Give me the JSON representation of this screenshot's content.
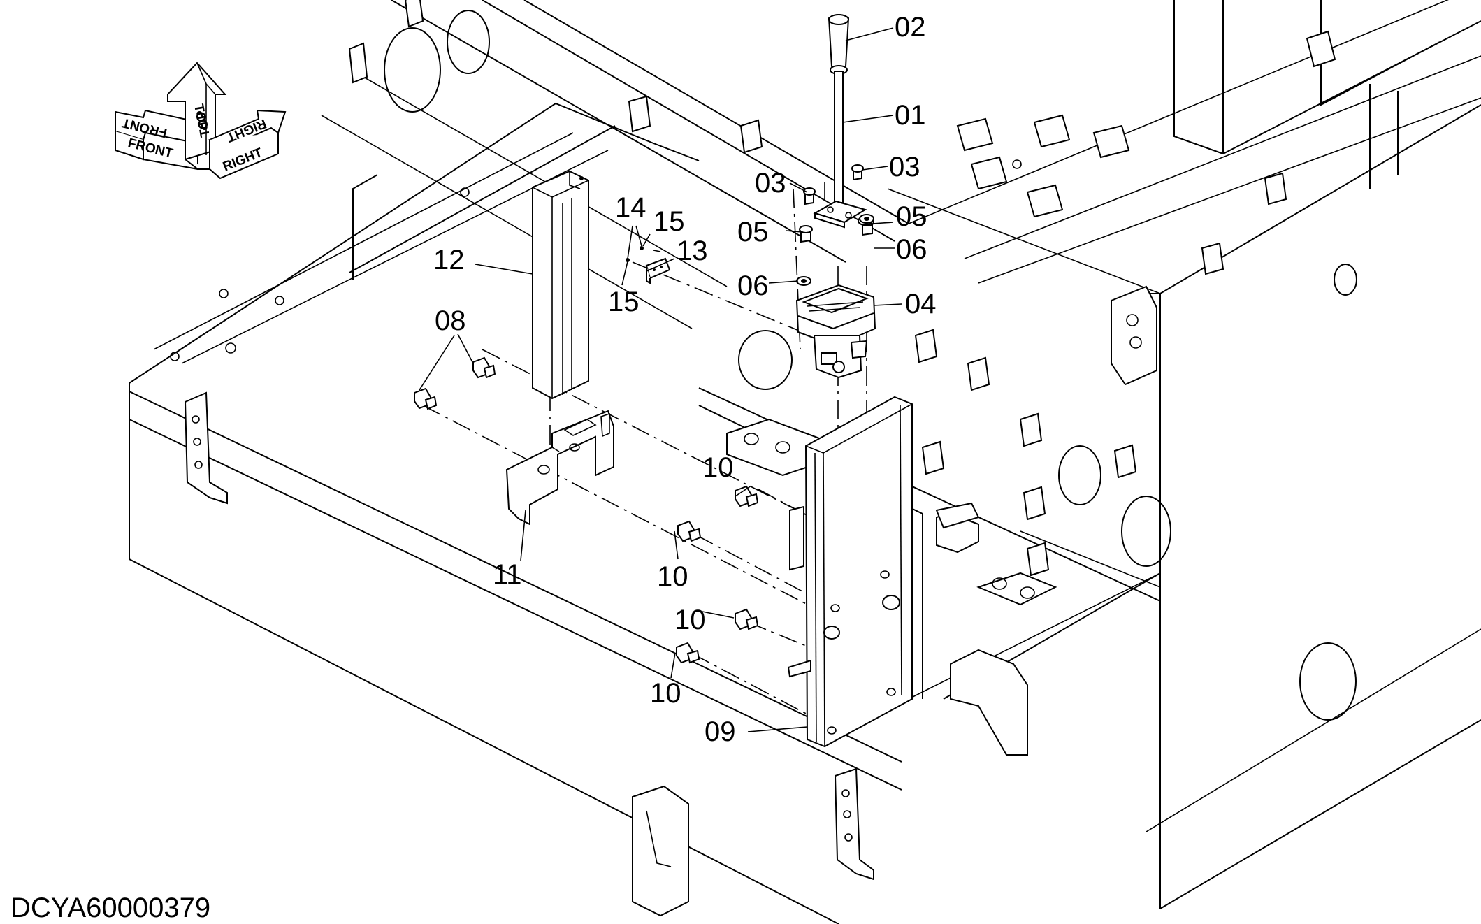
{
  "drawing_code": "DCYA60000379",
  "orientation": {
    "front": "FRONT",
    "top": "TOP",
    "right": "RIGHT"
  },
  "callouts": [
    {
      "id": "c01",
      "text": "01"
    },
    {
      "id": "c02",
      "text": "02"
    },
    {
      "id": "c03a",
      "text": "03"
    },
    {
      "id": "c03b",
      "text": "03"
    },
    {
      "id": "c04",
      "text": "04"
    },
    {
      "id": "c05a",
      "text": "05"
    },
    {
      "id": "c05b",
      "text": "05"
    },
    {
      "id": "c06a",
      "text": "06"
    },
    {
      "id": "c06b",
      "text": "06"
    },
    {
      "id": "c08",
      "text": "08"
    },
    {
      "id": "c09",
      "text": "09"
    },
    {
      "id": "c10a",
      "text": "10"
    },
    {
      "id": "c10b",
      "text": "10"
    },
    {
      "id": "c10c",
      "text": "10"
    },
    {
      "id": "c10d",
      "text": "10"
    },
    {
      "id": "c11",
      "text": "11"
    },
    {
      "id": "c12",
      "text": "12"
    },
    {
      "id": "c13",
      "text": "13"
    },
    {
      "id": "c14",
      "text": "14"
    },
    {
      "id": "c15a",
      "text": "15"
    },
    {
      "id": "c15b",
      "text": "15"
    }
  ]
}
